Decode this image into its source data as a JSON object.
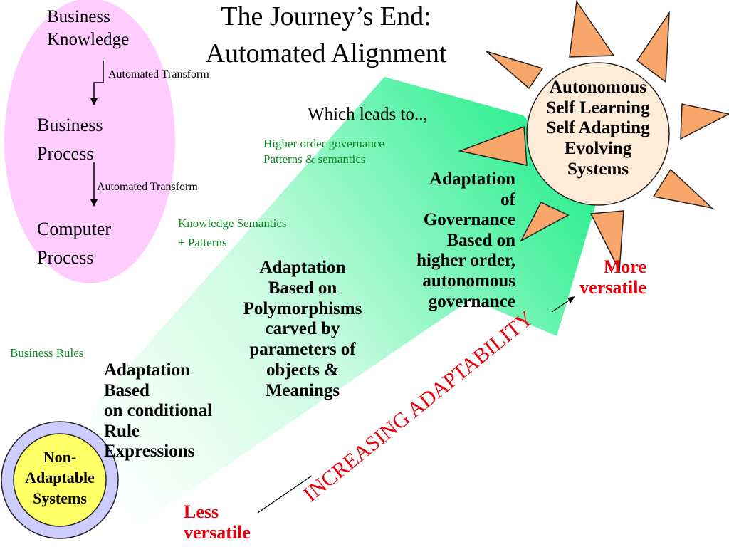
{
  "title": {
    "line1": "The Journey’s End:",
    "line2": "Automated Alignment"
  },
  "left_panel": {
    "business_knowledge": [
      "Business",
      "Knowledge"
    ],
    "transform_1": "Automated Transform",
    "business_process": [
      "Business",
      "Process"
    ],
    "transform_2": "Automated Transform",
    "computer_process": [
      "Computer",
      "Process"
    ]
  },
  "which_leads": "Which leads to..,",
  "labels": {
    "higher_order": [
      "Higher order governance",
      "Patterns & semantics"
    ],
    "knowledge_semantics": [
      "Knowledge Semantics",
      "+ Patterns"
    ],
    "business_rules": "Business Rules"
  },
  "stages": {
    "conditional": [
      "Adaptation",
      "Based",
      "on conditional",
      "Rule",
      "Expressions"
    ],
    "polymorphisms": [
      "Adaptation",
      "Based on",
      "Polymorphisms",
      "carved by",
      "parameters of",
      "objects &",
      "Meanings"
    ],
    "governance": [
      "Adaptation",
      "of",
      "Governance",
      "Based on",
      "higher order,",
      "autonomous",
      "governance"
    ]
  },
  "sun": [
    "Autonomous",
    "Self Learning",
    "Self Adapting",
    "Evolving",
    "Systems"
  ],
  "non_adaptable": [
    "Non-",
    "Adaptable",
    "Systems"
  ],
  "more_versatile": [
    "More",
    "versatile"
  ],
  "less_versatile": [
    "Less",
    "versatile"
  ],
  "increasing": "INCREASING ADAPTABILITY",
  "colors": {
    "ellipse": "#ffccff",
    "arrow_start": "#ffffff",
    "arrow_end": "#22ee8a",
    "sun_center": "#ffecd8",
    "ray": "#f9a66b",
    "circle_outer": "#ccccff",
    "circle_inner": "#ffff66",
    "accent_red": "#e8000b",
    "label_green": "#0a8a1f"
  }
}
